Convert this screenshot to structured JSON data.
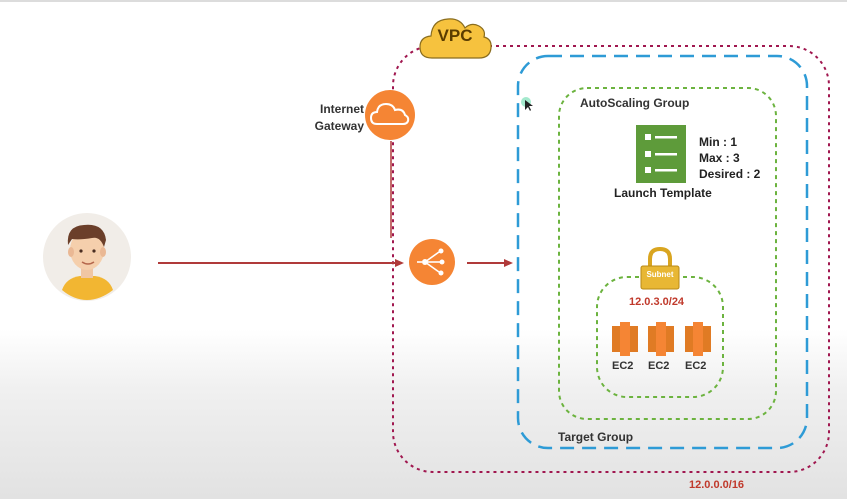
{
  "vpc": {
    "title": "VPC",
    "cidr": "12.0.0.0/16"
  },
  "internet_gateway": {
    "label_line1": "Internet",
    "label_line2": "Gateway"
  },
  "target_group": {
    "label": "Target Group"
  },
  "autoscaling_group": {
    "label": "AutoScaling Group",
    "capacity": {
      "min": "Min : 1",
      "max": "Max : 3",
      "desired": "Desired : 2"
    }
  },
  "launch_template": {
    "label": "Launch Template"
  },
  "subnet": {
    "badge": "Subnet",
    "cidr": "12.0.3.0/24"
  },
  "instances": [
    "EC2",
    "EC2",
    "EC2"
  ],
  "colors": {
    "vpc_border": "#a0174f",
    "target_group_border": "#2e9bd6",
    "asg_border": "#6cb33f",
    "aws_orange": "#f58534",
    "arrow": "#b03a3a",
    "launch_template": "#5e9b3a",
    "cidr_text": "#c0392b"
  }
}
